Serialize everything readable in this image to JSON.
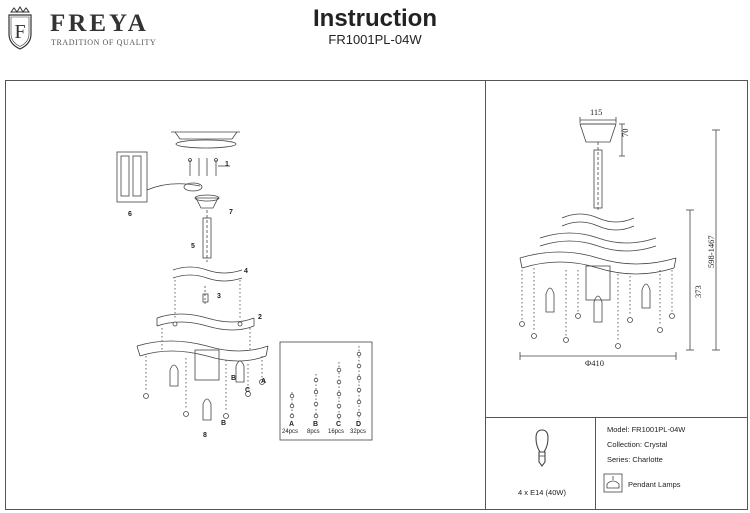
{
  "brand": {
    "logo_letter": "F",
    "name": "FREYA",
    "tagline": "TRADITION OF QUALITY"
  },
  "document": {
    "title": "Instruction",
    "model_code": "FR1001PL-04W"
  },
  "assembly": {
    "part_labels": [
      "1",
      "7",
      "5",
      "4",
      "3",
      "2",
      "6",
      "B",
      "C",
      "A",
      "B",
      "8"
    ],
    "crystal_chains": [
      {
        "letter": "A",
        "count": "24pcs"
      },
      {
        "letter": "B",
        "count": "8pcs"
      },
      {
        "letter": "C",
        "count": "16pcs"
      },
      {
        "letter": "D",
        "count": "32pcs"
      }
    ]
  },
  "dimensions": {
    "canopy_width": "115",
    "canopy_height": "70",
    "body_height": "373",
    "total_height": "598-1467",
    "diameter": "Φ410"
  },
  "bulb": {
    "spec": "4 x E14 (40W)"
  },
  "spec": {
    "model": "Model: FR1001PL-04W",
    "collection": "Collection: Crystal",
    "series": "Series: Charlotte",
    "type": "Pendant Lamps"
  },
  "colors": {
    "line": "#555555",
    "text": "#222222"
  }
}
